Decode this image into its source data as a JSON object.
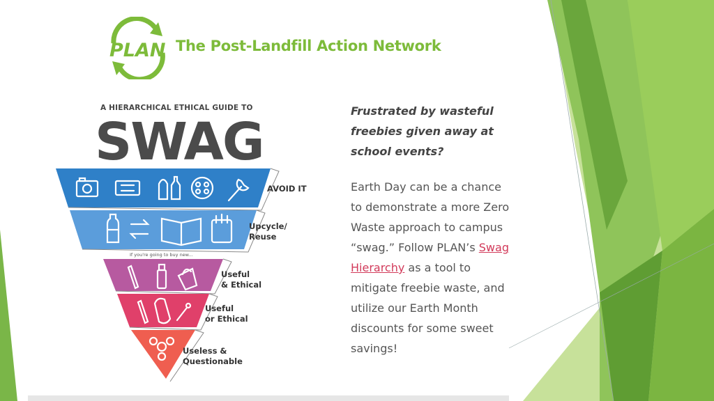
{
  "logo": {
    "mark": "PLAN",
    "name": "The Post-Landfill Action Network"
  },
  "guide": {
    "subtitle": "A HIERARCHICAL ETHICAL GUIDE TO",
    "title": "SWAG",
    "buy_new_note": "If you're going to buy new...",
    "tiers": [
      {
        "label": "AVOID IT",
        "color": "#2f80c8",
        "icons": [
          "camera-icon",
          "ticket-icon",
          "bread-bottle-icon",
          "film-reel-icon",
          "wrench-icon"
        ]
      },
      {
        "label": "Upcycle/\nReuse",
        "color": "#5b9ddb",
        "icons": [
          "plastic-bottle-icon",
          "swap-arrows-icon",
          "book-icon",
          "jar-icon"
        ]
      },
      {
        "label": "Useful\n& Ethical",
        "color": "#b75aa0",
        "icons": [
          "pen-icon",
          "water-bottle-icon",
          "tote-bag-icon"
        ]
      },
      {
        "label": "Useful\nor Ethical",
        "color": "#e0406a",
        "icons": [
          "pen-icon",
          "carabiner-icon",
          "lanyard-icon"
        ]
      },
      {
        "label": "Useless &\nQuestionable",
        "color": "#ef5e50",
        "icons": [
          "fidget-spinner-icon"
        ]
      }
    ]
  },
  "text": {
    "question": "Frustrated by wasteful freebies given away at school events?",
    "body_before": "Earth Day can be a chance to demonstrate a more Zero Waste approach to campus “swag.” Follow PLAN’s ",
    "link": "Swag Hierarchy",
    "body_after": " as a tool to mitigate freebie waste, and utilize our Earth Month discounts for some sweet savings!"
  },
  "colors": {
    "plan_green": "#7dbb3a",
    "deco_green_light": "#b6d97a",
    "deco_green_dark": "#4f8f2a",
    "link": "#d23a5a"
  }
}
